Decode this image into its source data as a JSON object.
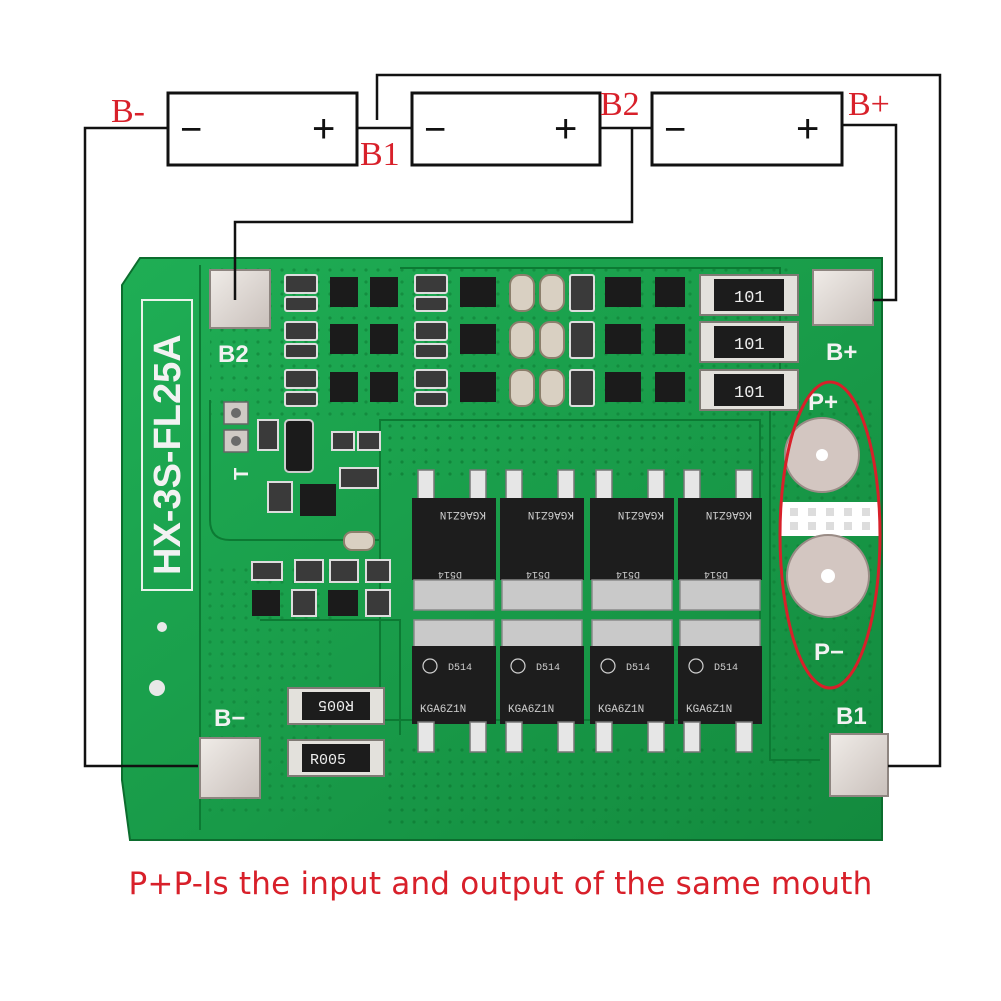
{
  "wiring": {
    "labels": {
      "b_minus": "B-",
      "b1": "B1",
      "b2": "B2",
      "b_plus": "B+"
    },
    "cells": [
      {
        "neg": "−",
        "pos": "+"
      },
      {
        "neg": "−",
        "pos": "+"
      },
      {
        "neg": "−",
        "pos": "+"
      }
    ],
    "wire_color": "#111111",
    "label_color": "#d8202a"
  },
  "board": {
    "model_text": "HX-3S-FL25A",
    "pads": {
      "b2": "B2",
      "b_plus": "B+",
      "p_plus": "P+",
      "p_minus": "P−",
      "b_minus": "B−",
      "b1": "B1",
      "t": "T"
    },
    "resistors_101": [
      "101",
      "101",
      "101"
    ],
    "resistors_r005": [
      "R005",
      "R005"
    ],
    "mosfets_top": [
      {
        "part": "KGA6Z1N",
        "code": "D514"
      },
      {
        "part": "KGA6Z1N",
        "code": "D514"
      },
      {
        "part": "KGA6Z1N",
        "code": "D514"
      },
      {
        "part": "KGA6Z1N",
        "code": "D514"
      }
    ],
    "mosfets_bottom": [
      {
        "part": "KGA6Z1N",
        "code": "D514"
      },
      {
        "part": "KGA6Z1N",
        "code": "D514"
      },
      {
        "part": "KGA6Z1N",
        "code": "D514"
      },
      {
        "part": "KGA6Z1N",
        "code": "D514"
      }
    ],
    "pcb_color": "#17a04a",
    "highlight_color": "#d8202a"
  },
  "caption": "P+P-Is the input and output of the same mouth"
}
